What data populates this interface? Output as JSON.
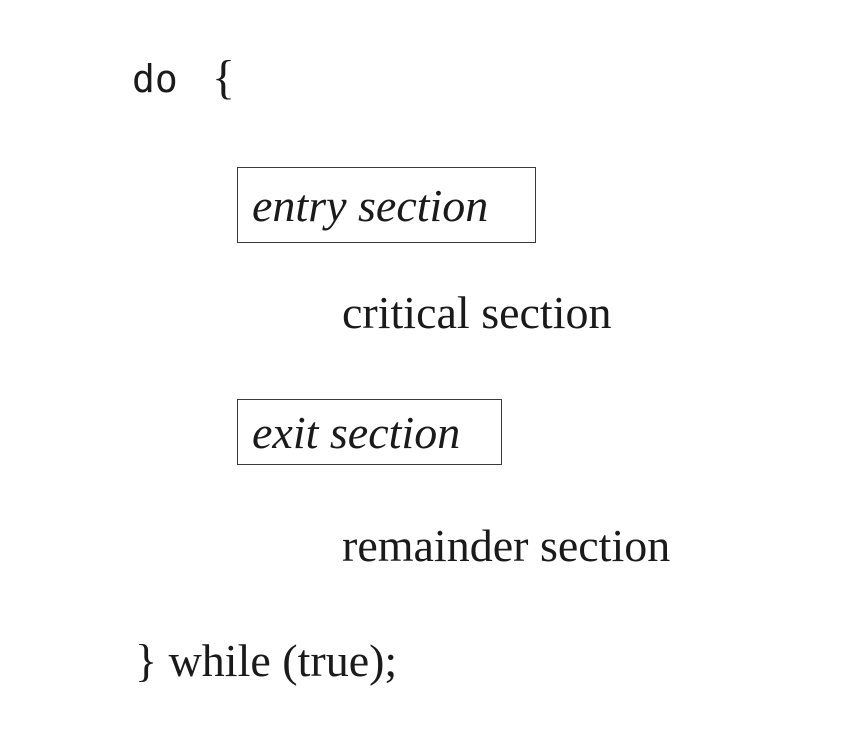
{
  "code": {
    "do_keyword": "do",
    "open_brace": "{",
    "entry_section": "entry section",
    "critical_section": "critical section",
    "exit_section": "exit section",
    "remainder_section": "remainder section",
    "closing_line": "} while (true);"
  },
  "colors": {
    "background": "#ffffff",
    "text": "#1a1a1a",
    "box_border": "#3a3a3a"
  }
}
